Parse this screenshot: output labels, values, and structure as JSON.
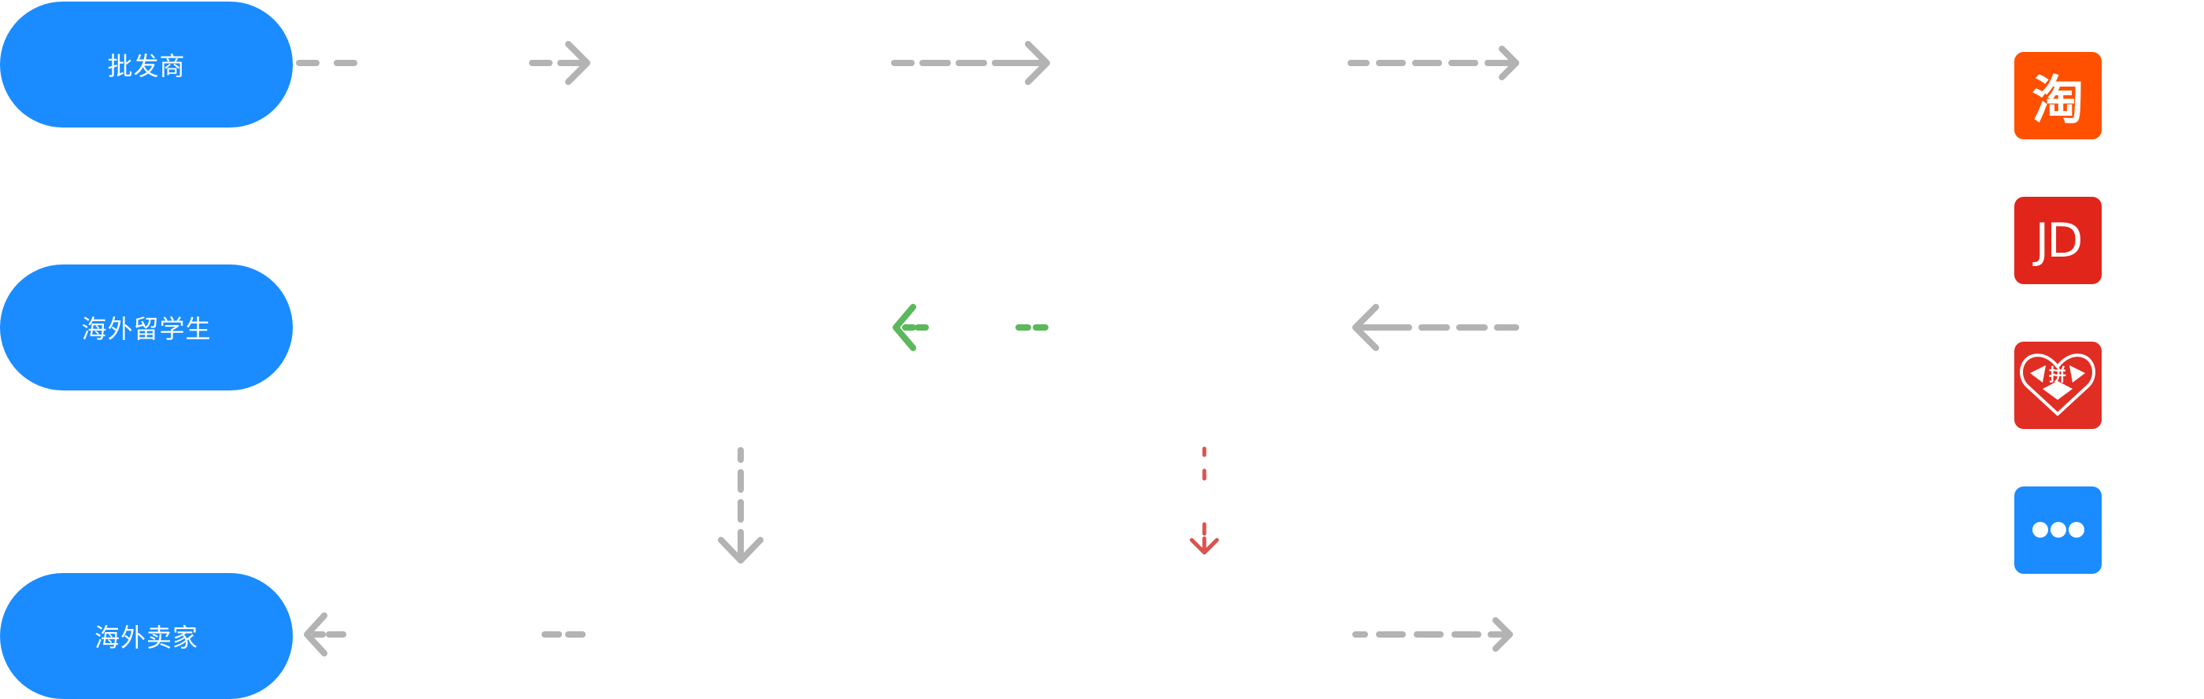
{
  "nodes": {
    "wholesaler": "批发商",
    "students": "海外留学生",
    "sellers": "海外卖家"
  },
  "platforms": [
    {
      "name": "taobao",
      "glyph": "淘",
      "color": "#ff5000"
    },
    {
      "name": "jd",
      "glyph": "JD",
      "color": "#e1251b"
    },
    {
      "name": "pinduoduo",
      "glyph": "拼",
      "color": "#e02e24"
    },
    {
      "name": "more",
      "glyph": "",
      "color": "#1a8cff"
    }
  ],
  "colors": {
    "node_fill": "#1a8cff",
    "arrow_gray": "#b3b3b3",
    "arrow_green": "#5cb85c",
    "arrow_red": "#d9534f"
  }
}
